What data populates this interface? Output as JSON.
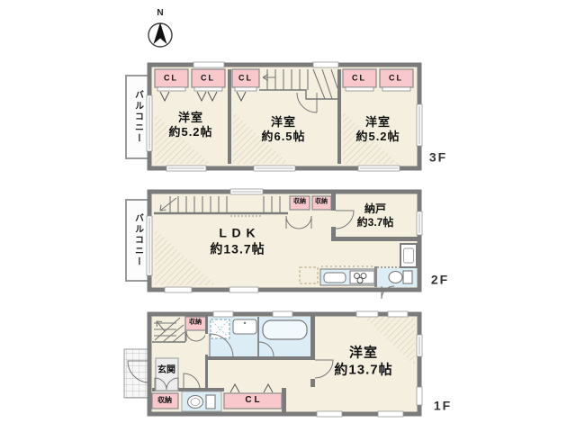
{
  "compass": {
    "north": "N"
  },
  "labels": {
    "balcony": "バルコニー",
    "closet": "CL",
    "storage": "収納",
    "entrance": "玄関"
  },
  "floor3": {
    "tag": "3F",
    "room_left": {
      "name": "洋室",
      "size": "約5.2帖"
    },
    "room_center": {
      "name": "洋室",
      "size": "約6.5帖"
    },
    "room_right": {
      "name": "洋室",
      "size": "約5.2帖"
    }
  },
  "floor2": {
    "tag": "2F",
    "ldk": {
      "name": "L D K",
      "size": "約13.7帖"
    },
    "storage_room": {
      "name": "納戸",
      "size": "約3.7帖"
    }
  },
  "floor1": {
    "tag": "1F",
    "room": {
      "name": "洋室",
      "size": "約13.7帖"
    }
  },
  "colors": {
    "wall": "#7b7b7b",
    "room_fill": "#f5efdf",
    "closet_fill": "#f8c8cd",
    "water_fill": "#dcedf5"
  }
}
